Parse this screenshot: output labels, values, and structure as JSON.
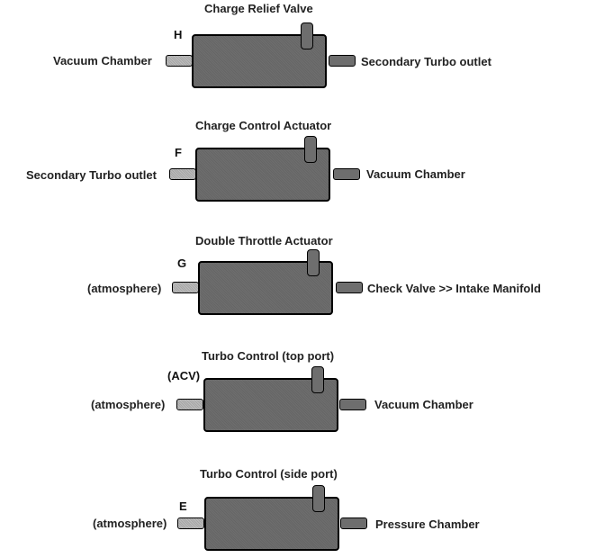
{
  "diagram": {
    "units": [
      {
        "title": "Charge Relief Valve",
        "letter": "H",
        "left_label": "Vacuum Chamber",
        "right_label": "Secondary Turbo outlet"
      },
      {
        "title": "Charge Control Actuator",
        "letter": "F",
        "left_label": "Secondary Turbo outlet",
        "right_label": "Vacuum Chamber"
      },
      {
        "title": "Double Throttle Actuator",
        "letter": "G",
        "left_label": "(atmosphere)",
        "right_label": "Check Valve >> Intake Manifold"
      },
      {
        "title": "Turbo Control (top port)",
        "letter": "(ACV)",
        "left_label": "(atmosphere)",
        "right_label": "Vacuum Chamber"
      },
      {
        "title": "Turbo Control (side port)",
        "letter": "E",
        "left_label": "(atmosphere)",
        "right_label": "Pressure Chamber"
      }
    ]
  }
}
